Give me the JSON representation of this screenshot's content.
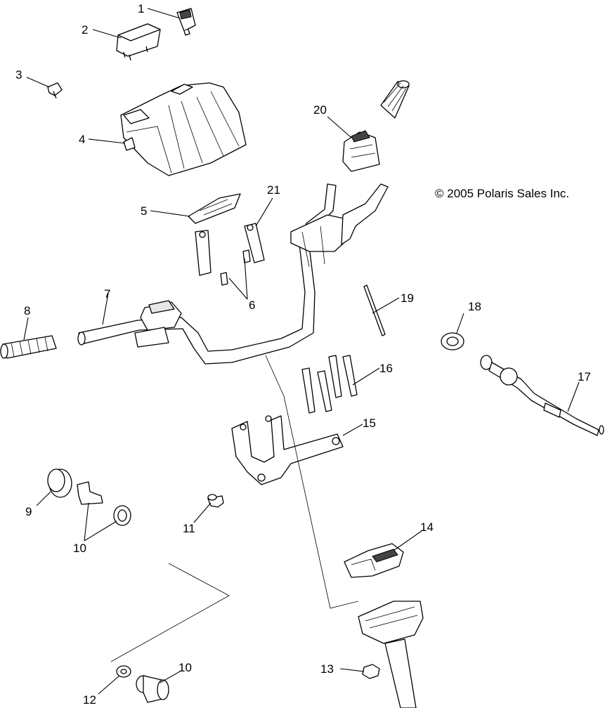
{
  "copyright": "© 2005 Polaris Sales Inc.",
  "callouts": {
    "c1": "1",
    "c2": "2",
    "c3": "3",
    "c4": "4",
    "c5": "5",
    "c6": "6",
    "c7": "7",
    "c8": "8",
    "c9": "9",
    "c10a": "10",
    "c10b": "10",
    "c11": "11",
    "c12": "12",
    "c13": "13",
    "c14": "14",
    "c15": "15",
    "c16": "16",
    "c17": "17",
    "c18": "18",
    "c19": "19",
    "c20": "20",
    "c21": "21"
  }
}
